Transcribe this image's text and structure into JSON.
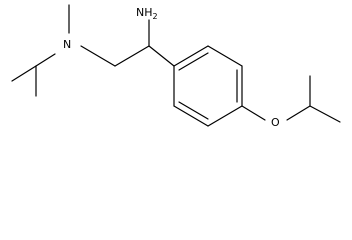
{
  "atoms": {
    "amine": "NH",
    "amine_subscript": "2",
    "nitrogen": "N",
    "oxygen": "O"
  },
  "colors": {
    "bond": "#000000",
    "label": "#000000",
    "background": "#ffffff"
  }
}
